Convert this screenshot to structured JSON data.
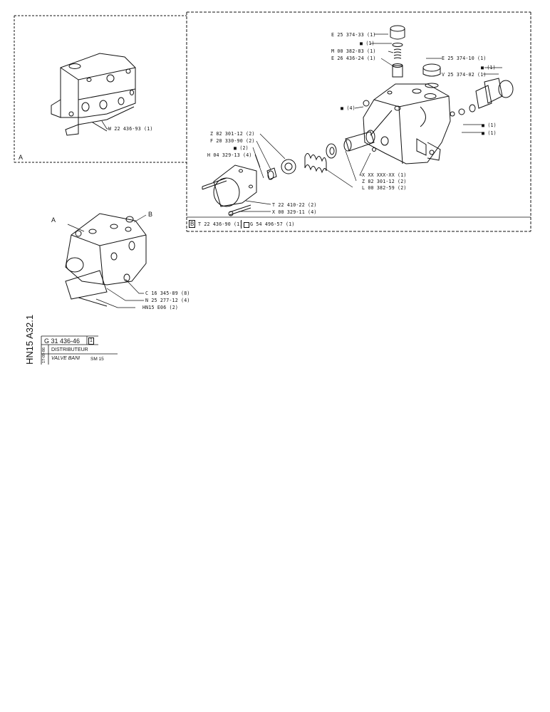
{
  "panel_a": {
    "letter": "A",
    "part": "W 22 436-93 (1)"
  },
  "panel_b": {
    "letter": "B",
    "footer_part1": "T 22 436-90 (1)",
    "footer_part2": "G 54 496-57 (1)",
    "parts": {
      "e25_33": "E 25 374-33 (1)",
      "sq1_top": "■ (1)",
      "m00_83": "M 00 382-83 (1)",
      "e26_24": "E 26 436-24 (1)",
      "e25_10": "E 25 374-10 (1)",
      "sq1_right": "■ (1)",
      "v25_02": "V 25 374-02 (1)",
      "sq4": "■ (4)",
      "sq1_r2": "■ (1)",
      "sq1_r3": "■ (1)",
      "z82_left": "Z 82 301-12 (2)",
      "f20": "F 20 330-90 (2)",
      "sq2": "■ (2)",
      "h04": "H 04 329-13 (4)",
      "xx": "X XX XXX-XX (1)",
      "z82_right": "Z 82 301-12 (2)",
      "l00": "L 00 382-59 (2)",
      "t22": "T 22 410-22 (2)",
      "x00": "X 00 329-11 (4)"
    }
  },
  "assembly": {
    "label_a": "A",
    "label_b": "B",
    "c16": "C 16 345-89 (8)",
    "n25": "N 25 277-12 (4)",
    "hn15": "HN15  E06 (2)"
  },
  "title_block": {
    "vertical_code": "HN15 A32.1",
    "ref": "G 31 436-46",
    "rev": "1",
    "date": "17-09-86",
    "name_fr": "DISTRIBUTEUR",
    "name_it": "VALVE BANI",
    "model": "SM 15"
  }
}
